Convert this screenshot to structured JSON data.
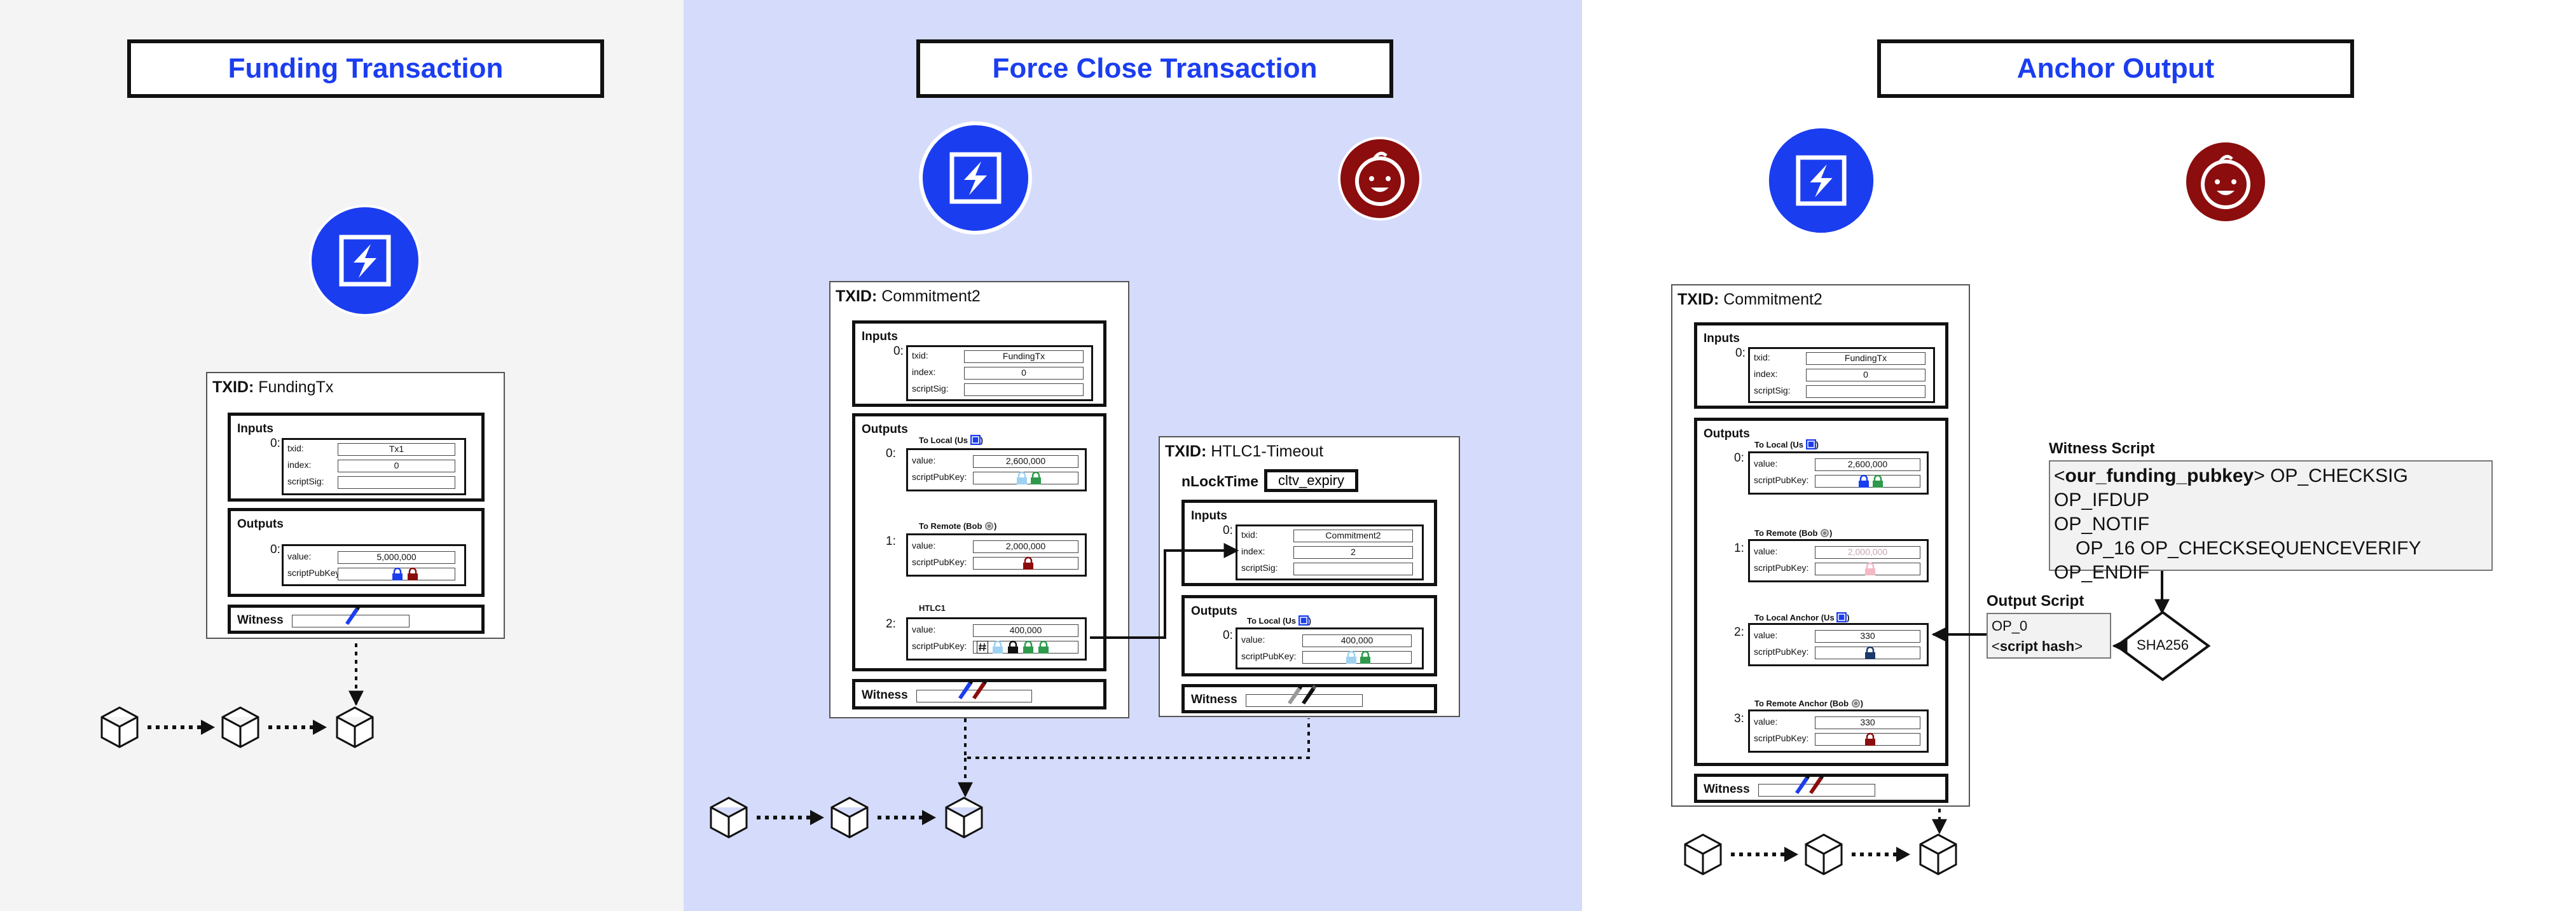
{
  "panels": [
    {
      "title": "Funding Transaction",
      "bg": "#f4f4f4"
    },
    {
      "title": "Force Close Transaction",
      "bg": "#d5dbfb"
    },
    {
      "title": "Anchor Output",
      "bg": "#ffffff"
    }
  ],
  "colors": {
    "accent_blue": "#1b3df0",
    "bob_red": "#8b0d0d",
    "lock_green": "#2f9a4c",
    "lock_lightblue": "#9fd1f1",
    "lock_pink": "#f4b8c4"
  },
  "icons": {
    "lightning_node": "lightning-bolt-icon",
    "bob_avatar": "bob-face-icon"
  },
  "common": {
    "txid_prefix": "TXID:",
    "inputs": "Inputs",
    "outputs": "Outputs",
    "witness": "Witness",
    "txid_lbl": "txid:",
    "index_lbl": "index:",
    "scriptsig_lbl": "scriptSig:",
    "value_lbl": "value:",
    "spk_lbl": "scriptPubKey:",
    "i0": "0:",
    "i1": "1:",
    "i2": "2:",
    "i3": "3:"
  },
  "funding_tx": {
    "txid": "FundingTx",
    "input": {
      "txid": "Tx1",
      "index": "0"
    },
    "output": {
      "value": "5,000,000"
    }
  },
  "commitment_a": {
    "txid": "Commitment2",
    "input": {
      "txid": "FundingTx",
      "index": "0"
    },
    "outputs": [
      {
        "label": "To Local (Us",
        "value": "2,600,000"
      },
      {
        "label": "To Remote (Bob",
        "value": "2,000,000"
      },
      {
        "label": "HTLC1",
        "value": "400,000"
      }
    ]
  },
  "htlc_timeout": {
    "txid": "HTLC1-Timeout",
    "nlocktime_label": "nLockTime",
    "nlocktime_value": "cltv_expiry",
    "input": {
      "txid": "Commitment2",
      "index": "2"
    },
    "output": {
      "label": "To Local (Us",
      "value": "400,000"
    }
  },
  "commitment_b": {
    "txid": "Commitment2",
    "input": {
      "txid": "FundingTx",
      "index": "0"
    },
    "outputs": [
      {
        "label": "To Local (Us",
        "value": "2,600,000"
      },
      {
        "label": "To Remote (Bob",
        "value": "2,000,000"
      },
      {
        "label": "To Local Anchor (Us",
        "value": "330"
      },
      {
        "label": "To Remote Anchor (Bob",
        "value": "330"
      }
    ]
  },
  "witness_script": {
    "title": "Witness Script",
    "line1_pre": "<",
    "line1_bold": "our_funding_pubkey",
    "line1_post": "> OP_CHECKSIG OP_IFDUP",
    "line2": "OP_NOTIF",
    "line3": "OP_16 OP_CHECKSEQUENCEVERIFY",
    "line4": "OP_ENDIF"
  },
  "output_script": {
    "title": "Output Script",
    "line1": "OP_0",
    "line2_pre": "<",
    "line2_bold": "script hash",
    "line2_post": ">"
  },
  "hash_label": "SHA256",
  "misc": {
    "close_paren": ")"
  }
}
